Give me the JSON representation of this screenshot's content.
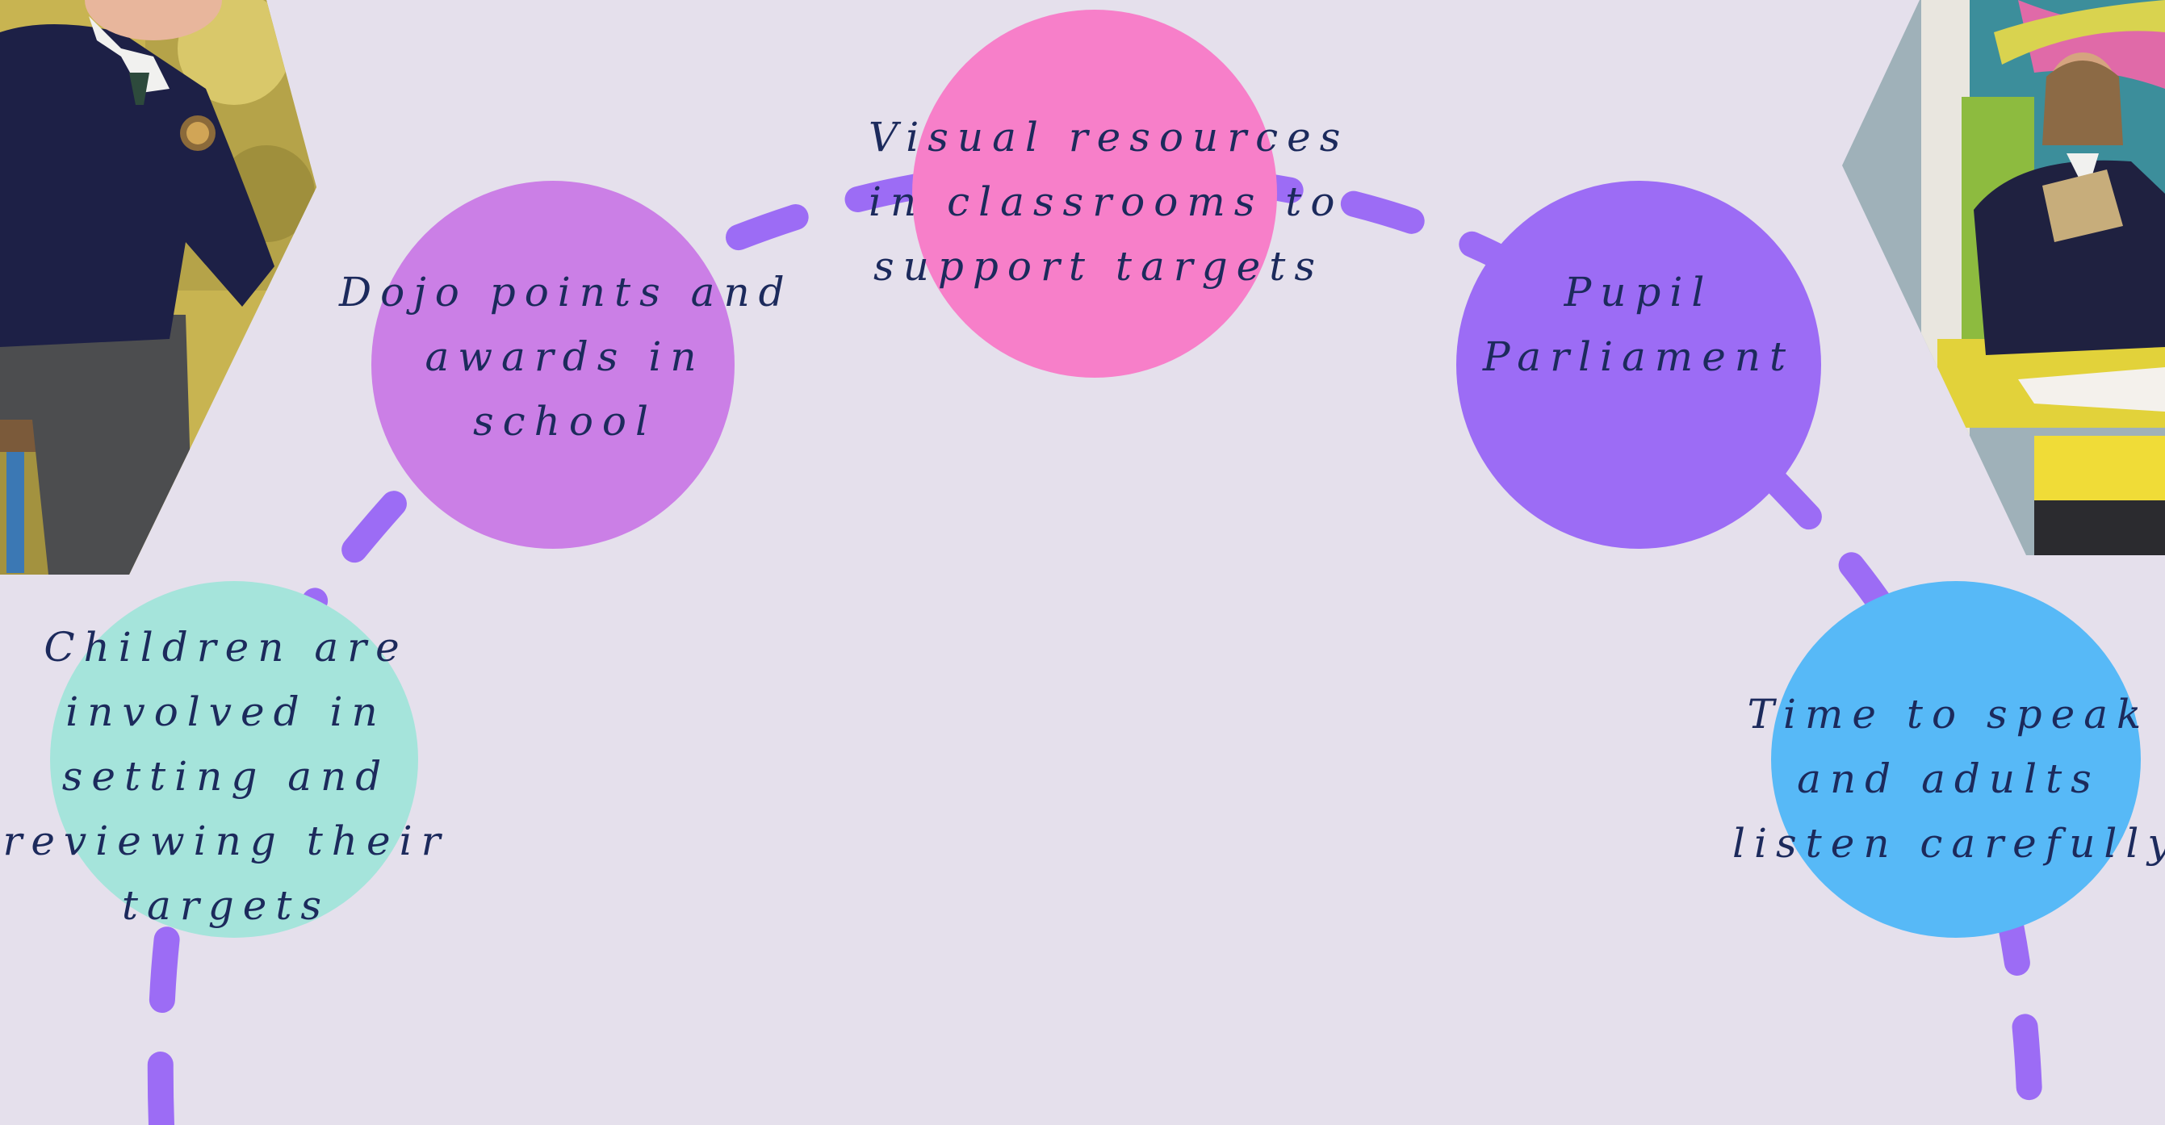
{
  "colors": {
    "background": "#e5e0ec",
    "path": "#9c6cf5",
    "text": "#1c2a5c",
    "bubble_children": "#a5e4db",
    "bubble_dojo": "#cb7fe6",
    "bubble_visual": "#f77fc9",
    "bubble_parliament": "#9c6cf5",
    "bubble_time": "#57b9f7"
  },
  "photos": {
    "left": "photo-pupil-in-uniform-outdoors",
    "right": "photo-pupil-reading-in-classroom"
  },
  "bubbles": {
    "children": {
      "lines": [
        "Children are",
        "involved in",
        "setting and",
        "reviewing their",
        "targets"
      ]
    },
    "dojo": {
      "lines": [
        "Dojo points and",
        "awards in",
        "school"
      ]
    },
    "visual": {
      "lines": [
        "Visual resources",
        "in classrooms to",
        "support targets"
      ]
    },
    "parliament": {
      "lines": [
        "Pupil",
        "Parliament"
      ]
    },
    "time": {
      "lines": [
        "Time to speak",
        "and adults",
        "listen carefully"
      ]
    }
  }
}
